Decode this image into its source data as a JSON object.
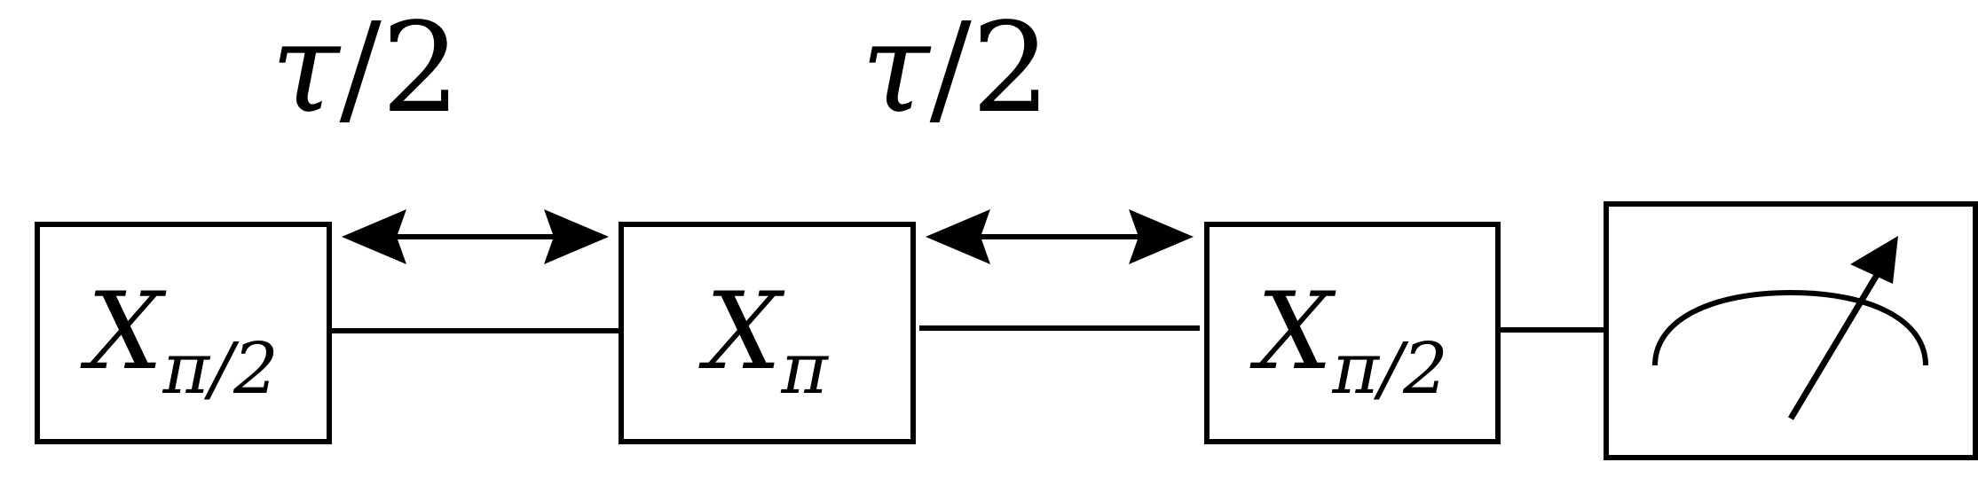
{
  "delays": [
    {
      "symbol": "τ",
      "divisor": "/2"
    },
    {
      "symbol": "τ",
      "divisor": "/2"
    }
  ],
  "gates": [
    {
      "symbol": "X",
      "subscript": "π/2"
    },
    {
      "symbol": "X",
      "subscript": "π"
    },
    {
      "symbol": "X",
      "subscript": "π/2"
    }
  ],
  "measurement": {
    "icon": "meter-icon"
  },
  "colors": {
    "stroke": "#000000",
    "background": "#ffffff"
  }
}
